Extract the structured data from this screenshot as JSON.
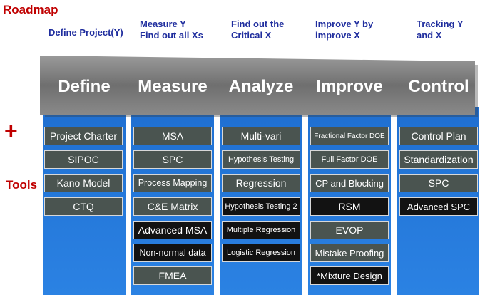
{
  "title": "Roadmap",
  "plus_label": "+",
  "tools_label": "Tools",
  "steps": [
    {
      "desc": "Define Project(Y)",
      "phase": "Define",
      "tools": [
        "Project Charter",
        "SIPOC",
        "Kano Model",
        "CTQ"
      ]
    },
    {
      "desc": "Measure Y\nFind out all Xs",
      "phase": "Measure",
      "tools": [
        "MSA",
        "SPC",
        "Process Mapping",
        "C&E Matrix",
        "Advanced MSA",
        "Non-normal data",
        "FMEA"
      ]
    },
    {
      "desc": "Find out the\nCritical X",
      "phase": "Analyze",
      "tools": [
        "Multi-vari",
        "Hypothesis  Testing",
        "Regression",
        "Hypothesis Testing 2",
        "Multiple Regression",
        "Logistic  Regression"
      ]
    },
    {
      "desc": "Improve Y by\nimprove X",
      "phase": "Improve",
      "tools": [
        "Fractional Factor DOE",
        "Full Factor DOE",
        "CP and Blocking",
        "RSM",
        "EVOP",
        "Mistake Proofing",
        "*Mixture Design"
      ]
    },
    {
      "desc": "Tracking Y\nand X",
      "phase": "Control",
      "tools": [
        "Control Plan",
        "Standardization",
        "SPC",
        "Advanced SPC"
      ]
    }
  ],
  "colors": {
    "title": "#c00000",
    "step_text": "#1f2d9e",
    "column_blue": "#2b82e3",
    "banner_gray": "#7b7b7b",
    "tool_gray": "#4a5450",
    "tool_dark": "#121212"
  }
}
